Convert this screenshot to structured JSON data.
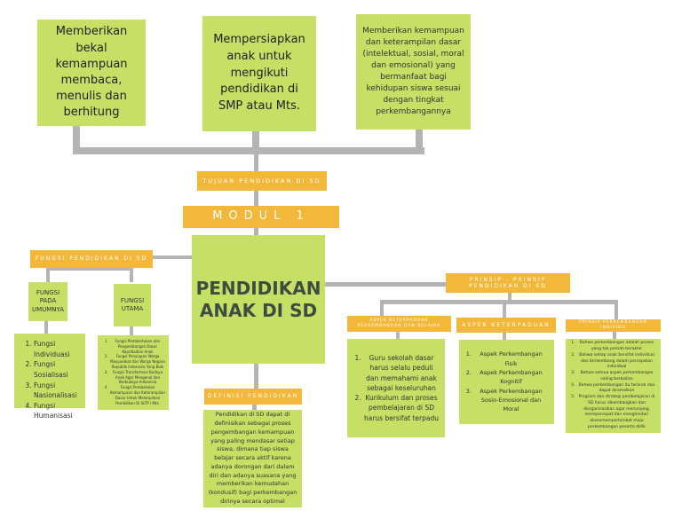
{
  "top_boxes": [
    "Memberikan bekal kemampuan membaca, menulis dan berhitung",
    "Mempersiapkan anak untuk mengikuti pendidikan di SMP atau Mts.",
    "Memberikan kemampuan dan keterampilan dasar (intelektual, sosial, moral dan emosional) yang bermanfaat bagi kehidupan siswa sesuai dengan tingkat perkembangannya"
  ],
  "labels": {
    "tujuan": "TUJUAN PENDIDIKAN DI SD",
    "modul": "MODUL 1",
    "fungsi": "FUNGSI PENDIDIKAN DI SD",
    "prinsip": "PRINSIP - PRINSIP PENDIDIKAN DI SD",
    "definisi": "DEFINISI PENDIDIKAN",
    "aspek_keterpaduan_pembelajaran": "ASPEK KETERPADUAN PERKEMBANGAN DAN BELAJAR",
    "aspek_keterpaduan": "ASPEK KETERPADUAN",
    "prinsip_individu": "PRINSIP PERKEMBANGAN INDIVIDU"
  },
  "main_title": "PENDIDIKAN ANAK DI SD",
  "fungsi_umum": {
    "title": "FUNGSI PADA UMUMNYA",
    "items": [
      "Fungsi Individuasi",
      "Fungsi Sosialisasi",
      "Fungsi Nasionalisasi",
      "Fungsi Humanisasi"
    ]
  },
  "fungsi_utama": {
    "title": "FUNGSI UTAMA",
    "items": [
      "Fungsi Pembentukan dan Pengembangan Dasar Kepribadian Anak",
      "Fungsi Penyiapan Warga Masyarakat dan Warga Negara Republik Indonesia Yang Baik",
      "Fungsi Transformasi Budaya Anak Agar Mengenal dan Berbudaya Indonesia",
      "Fungsi Pembekalan Kemampuan dan Keterampilan Dasar Untuk Melanjutkan Pendidikan Di SLTP / Mts."
    ]
  },
  "definisi_text": "Pendidikan di SD dapat di definisikan sebagai proses pengembangan kemampuan yang paling mendasar setiap siswa, dimana tiap siswa belajar secara aktif karena adanya dorongan dari dalam diri dan adanya suasana yang memberikan kemudahan (kondusif) bagi perkembangan dirinya secara optimal",
  "keterpaduan_pembelajaran_items": [
    "Guru sekolah dasar harus selalu peduli dan memahami anak sebagai keseluruhan",
    "Kurikulum dan proses pembelajaran di SD harus bersifat terpadu"
  ],
  "keterpaduan_items": [
    "Aspek Perkembangan Fisik",
    "Aspek Perkembangan Kognitif",
    "Aspek Perkembangan Sosio-Emosional dan Moral"
  ],
  "individu_items": [
    "Bahwa perkembangan adalah proses yang tak pernah berakhir",
    "Bahwa setiap anak bersifat individual dan berkembang dalam percepatan individual",
    "Bahwa semua aspek perkembangan saling berkaitan",
    "Bahwa perkembangan itu terarah dan dapat diramalkan",
    "Program dan strategi pembelajaran di SD harus dikembangkan dan diorganisasikan agar menunjang, mempercepat dan menghindari eksesmemperlambat maju perkembangan peserta didik"
  ],
  "colors": {
    "green": "#c5e065",
    "orange": "#f3b73a",
    "gray": "#b4b4b4",
    "title": "#3d4e41"
  }
}
